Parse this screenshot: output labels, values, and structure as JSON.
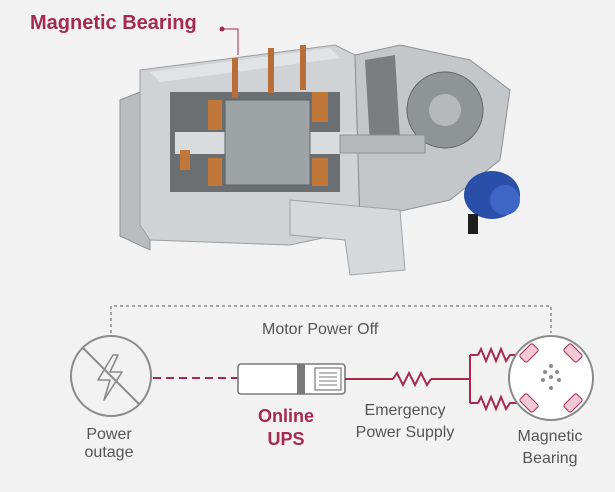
{
  "callout": {
    "title": "Magnetic Bearing"
  },
  "diagram": {
    "motor_power_off": "Motor Power Off",
    "power_outage": {
      "line1": "Power",
      "line2": "outage"
    },
    "online_ups": {
      "line1": "Online",
      "line2": "UPS"
    },
    "emergency_supply": {
      "line1": "Emergency",
      "line2": "Power Supply"
    },
    "magnetic_bearing": {
      "line1": "Magnetic",
      "line2": "Bearing"
    }
  },
  "colors": {
    "accent": "#a62a4e",
    "text": "#555555",
    "line": "#a62a4e",
    "outline": "#8a8a8a",
    "machine_body": "#c9cdd0",
    "motor_blue": "#2a4fa8"
  }
}
